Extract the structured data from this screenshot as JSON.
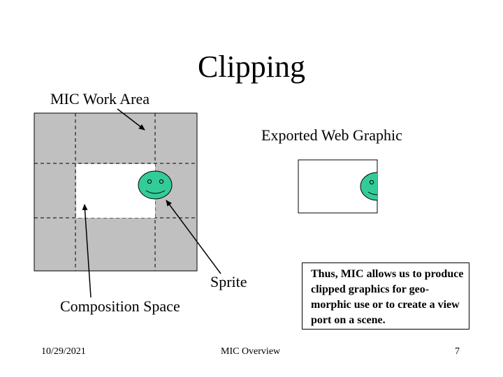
{
  "slide": {
    "title": "Clipping",
    "labels": {
      "work_area": "MIC Work Area",
      "exported": "Exported Web Graphic",
      "sprite": "Sprite",
      "composition": "Composition Space"
    },
    "note": "Thus, MIC allows us to produce clipped graphics for geo-morphic use or to create a view port on a scene.",
    "footer": {
      "date": "10/29/2021",
      "center": "MIC Overview",
      "page": "7"
    }
  },
  "colors": {
    "work_area_fill": "#c0c0c0",
    "sprite_fill": "#33cc99"
  }
}
